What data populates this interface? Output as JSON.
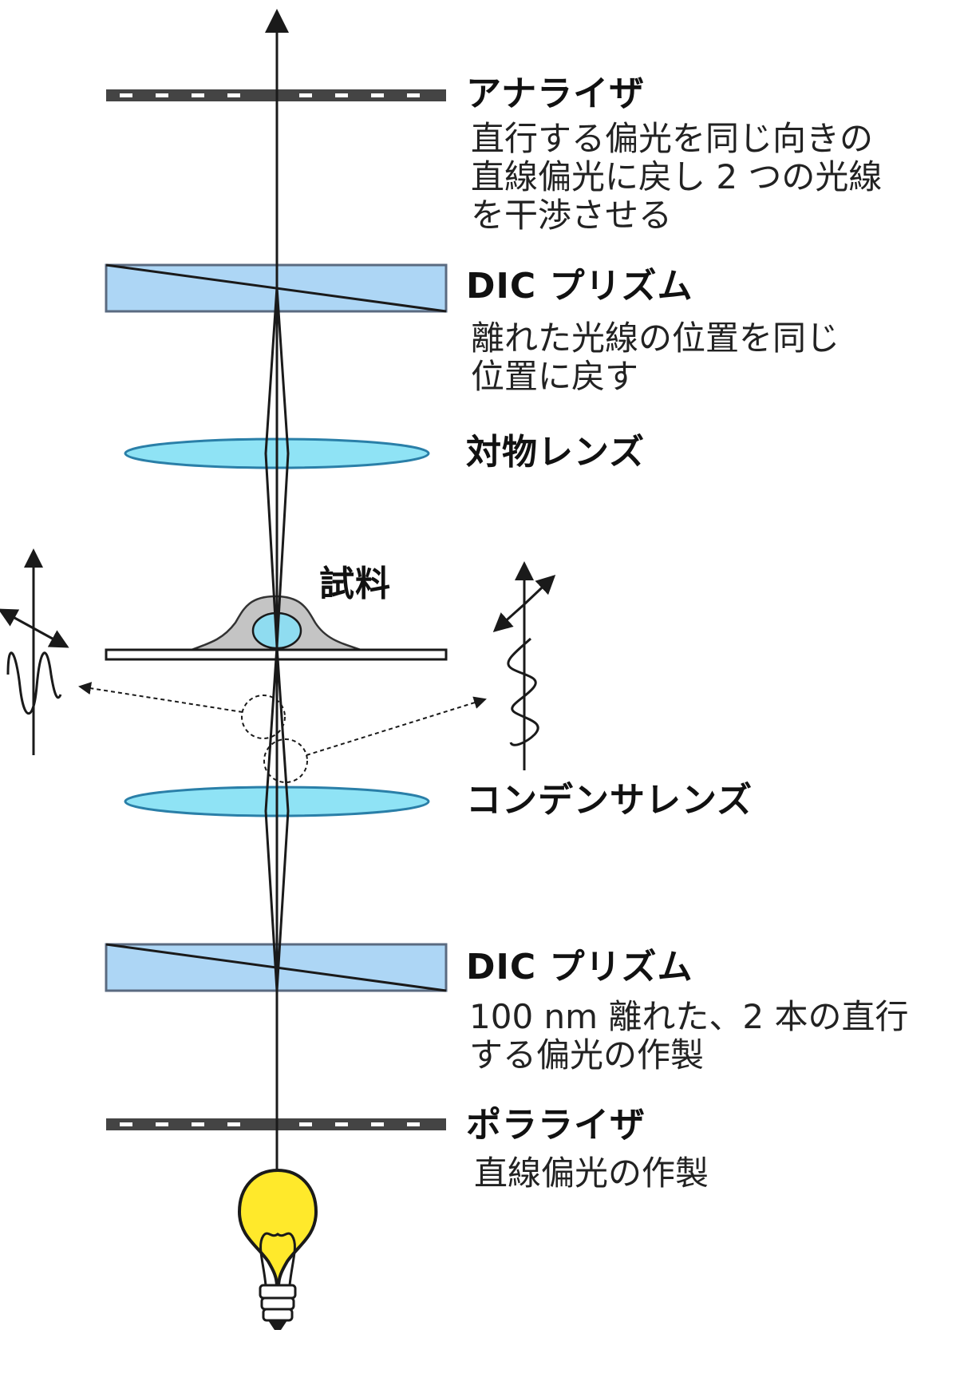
{
  "components": {
    "analyzer": {
      "title": "アナライザ",
      "desc": [
        "直行する偏光を同じ向きの",
        "直線偏光に戻し 2 つの光線",
        "を干渉させる"
      ]
    },
    "prism_top": {
      "title": "DIC プリズム",
      "desc": [
        "離れた光線の位置を同じ",
        "位置に戻す"
      ]
    },
    "objective": {
      "title": "対物レンズ"
    },
    "specimen": {
      "title": "試料"
    },
    "condenser": {
      "title": "コンデンサレンズ"
    },
    "prism_bottom": {
      "title": "DIC プリズム",
      "desc": [
        "100 nm 離れた、2 本の直行",
        "する偏光の作製"
      ]
    },
    "polarizer": {
      "title": "ポラライザ",
      "desc": [
        "直線偏光の作製"
      ]
    }
  },
  "icons": [
    "light-bulb-icon",
    "wave-left-icon",
    "wave-right-icon"
  ],
  "colors": {
    "line": "#1a1a1a",
    "prism_fill": "#add6f5",
    "prism_stroke": "#5a6a80",
    "lens_fill": "#8fe3f5",
    "lens_stroke": "#2a7fa8",
    "cell_fill": "#c4c4c4",
    "nucleus_fill": "#8fdcf0",
    "bulb_fill": "#ffe92b"
  }
}
